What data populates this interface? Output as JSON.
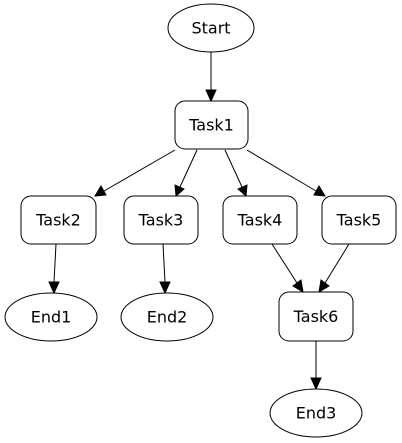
{
  "nodes": {
    "start": {
      "label": "Start"
    },
    "task1": {
      "label": "Task1"
    },
    "task2": {
      "label": "Task2"
    },
    "task3": {
      "label": "Task3"
    },
    "task4": {
      "label": "Task4"
    },
    "task5": {
      "label": "Task5"
    },
    "task6": {
      "label": "Task6"
    },
    "end1": {
      "label": "End1"
    },
    "end2": {
      "label": "End2"
    },
    "end3": {
      "label": "End3"
    }
  },
  "edges": [
    {
      "from": "start",
      "to": "task1"
    },
    {
      "from": "task1",
      "to": "task2"
    },
    {
      "from": "task1",
      "to": "task3"
    },
    {
      "from": "task1",
      "to": "task4"
    },
    {
      "from": "task1",
      "to": "task5"
    },
    {
      "from": "task2",
      "to": "end1"
    },
    {
      "from": "task3",
      "to": "end2"
    },
    {
      "from": "task4",
      "to": "task6"
    },
    {
      "from": "task5",
      "to": "task6"
    },
    {
      "from": "task6",
      "to": "end3"
    }
  ]
}
